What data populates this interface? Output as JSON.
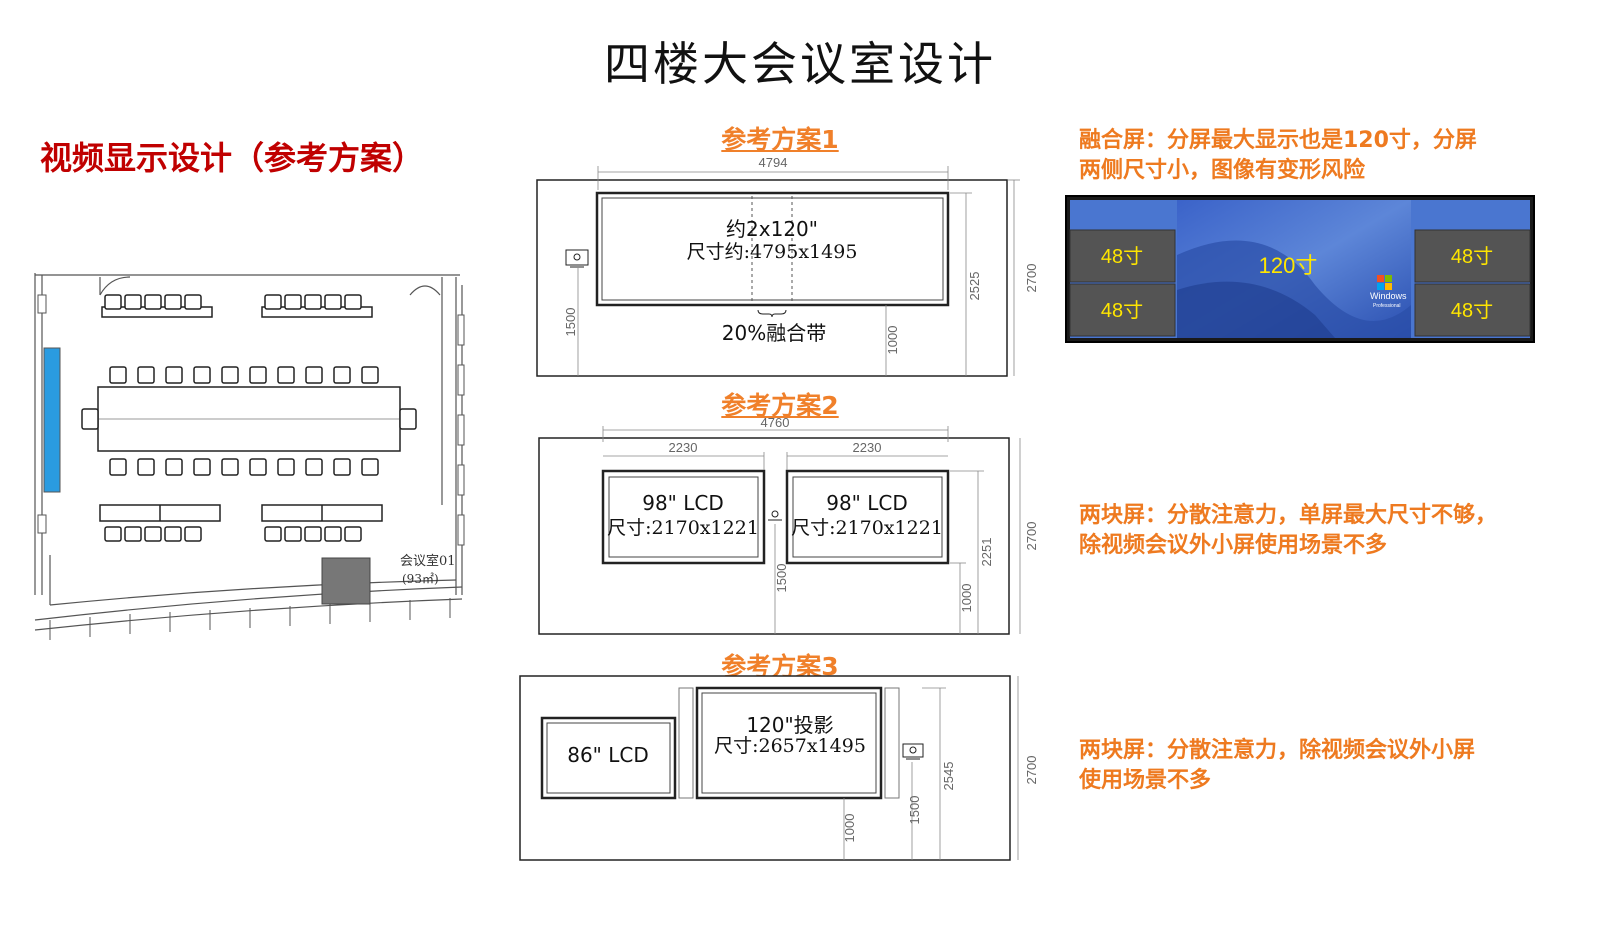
{
  "page_title": "四楼大会议室设计",
  "section_title": "视频显示设计（参考方案）",
  "floorplan": {
    "room_label": "会议室01",
    "room_area": "(93㎡)"
  },
  "schemes": [
    {
      "title": "参考方案1",
      "screen_line1": "约2x120\"",
      "screen_line2": "尺寸约:4795x1495",
      "blend_label": "20%融合带",
      "dims": {
        "width": "4794",
        "right_inner": "2525",
        "right_outer": "2700",
        "left": "1500",
        "bottom": "1000"
      }
    },
    {
      "title": "参考方案2",
      "screen_a_line1": "98\" LCD",
      "screen_a_line2": "尺寸:2170x1221",
      "screen_b_line1": "98\" LCD",
      "screen_b_line2": "尺寸:2170x1221",
      "dims": {
        "width": "4760",
        "left_width": "2230",
        "right_width": "2230",
        "center": "1500",
        "right_inner": "2251",
        "right_outer": "2700",
        "bottom": "1000"
      }
    },
    {
      "title": "参考方案3",
      "lcd_label": "86\" LCD",
      "proj_line1": "120\"投影",
      "proj_line2": "尺寸:2657x1495",
      "dims": {
        "bottom": "1000",
        "mid": "1500",
        "right_inner": "2545",
        "right_outer": "2700"
      }
    }
  ],
  "notes": [
    {
      "line1": "融合屏：分屏最大显示也是120寸，分屏",
      "line2": "两侧尺寸小，图像有变形风险"
    },
    {
      "line1": "两块屏：分散注意力，单屏最大尺寸不够，",
      "line2": "除视频会议外小屏使用场景不多"
    },
    {
      "line1": "两块屏：分散注意力，除视频会议外小屏",
      "line2": "使用场景不多"
    }
  ],
  "preview": {
    "tiles": [
      "48寸",
      "48寸",
      "48寸",
      "48寸"
    ],
    "center_label": "120寸",
    "brand": "Windows",
    "brand_sub": "Professional"
  },
  "colors": {
    "accent_red": "#c00000",
    "accent_orange": "#ee7a20",
    "wall_blue": "#2a9be0",
    "tile_dark": "#545454",
    "tile_label": "#ffe600"
  }
}
